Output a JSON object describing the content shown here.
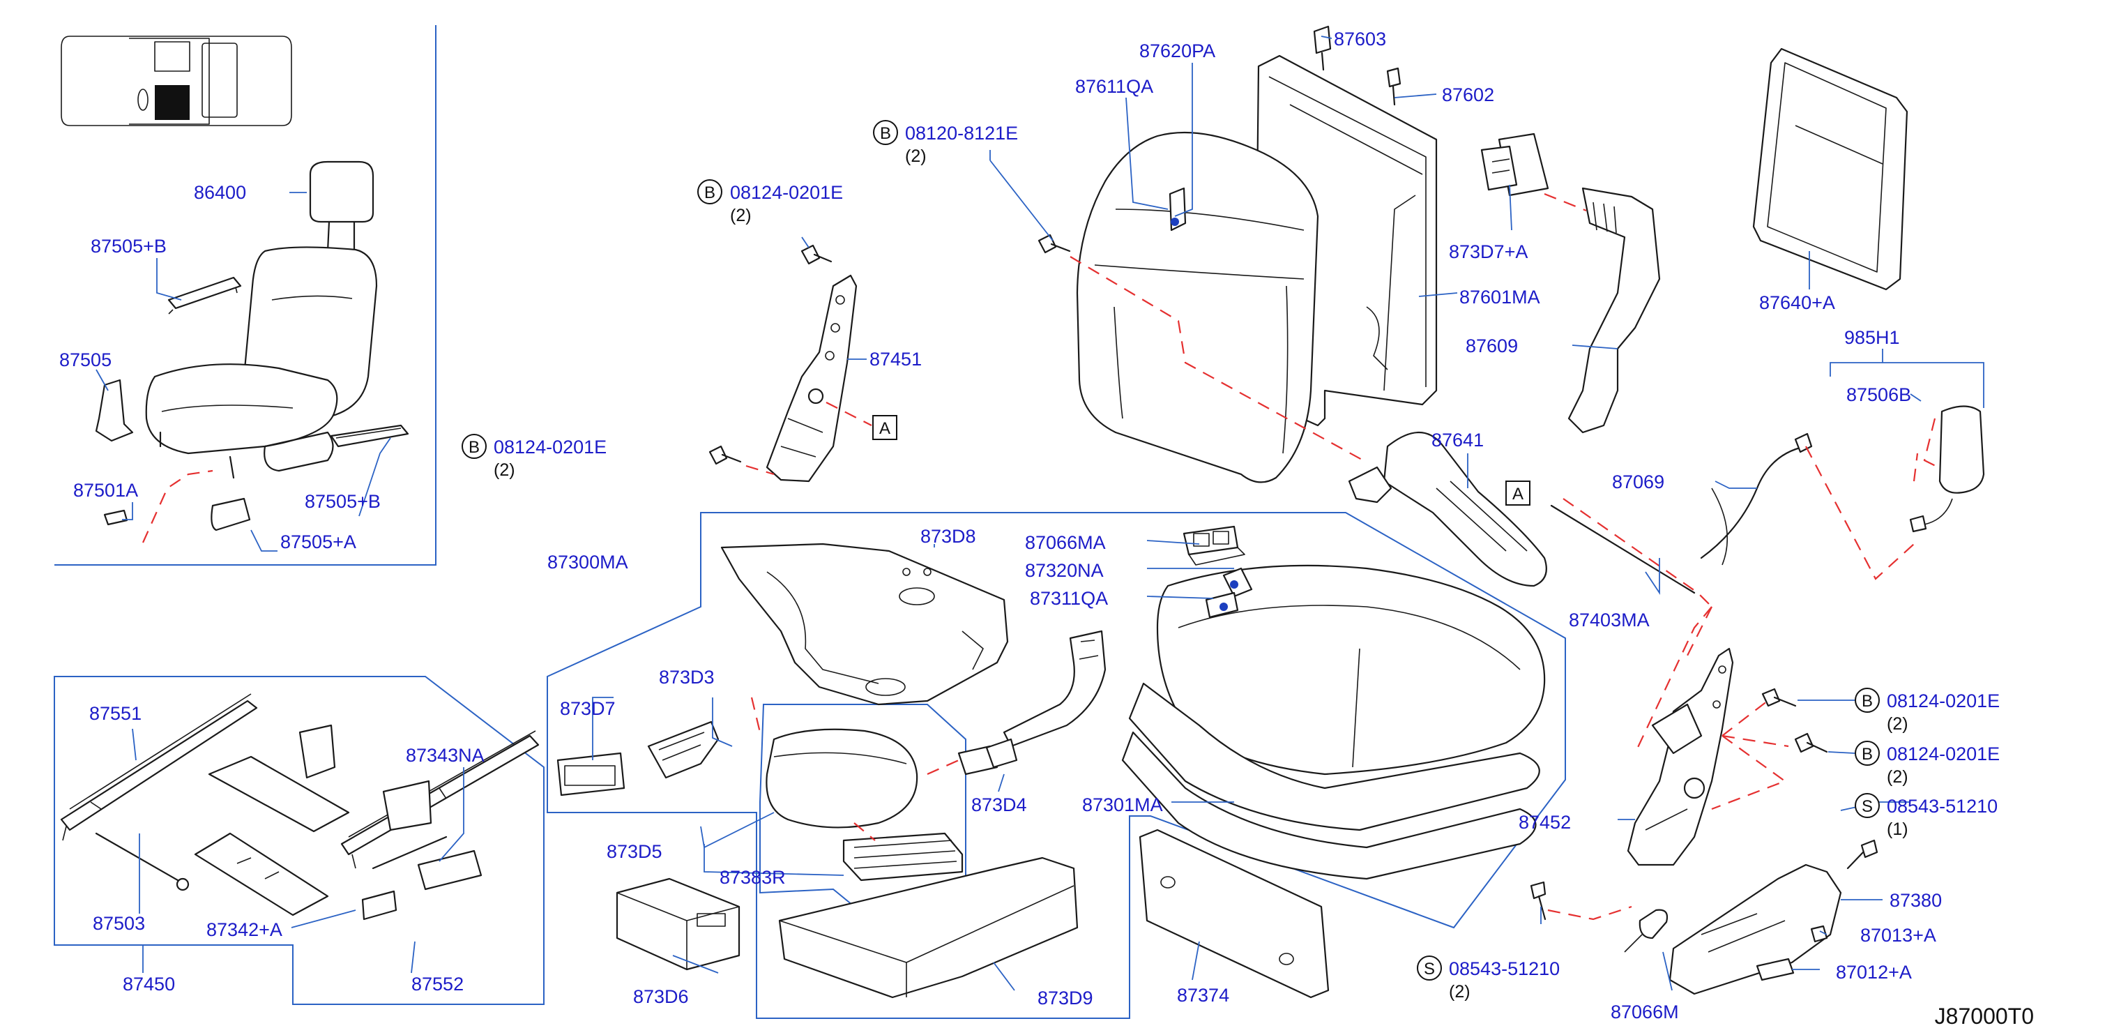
{
  "diagram_code": "J87000T0",
  "ref_marker": "A",
  "bolt_marker": "B",
  "screw_marker": "S",
  "parts": {
    "p86400": "86400",
    "p87505B_top": "87505+B",
    "p87505": "87505",
    "p87501A": "87501A",
    "p87505B_bot": "87505+B",
    "p87505A": "87505+A",
    "p87551": "87551",
    "p87343NA": "87343NA",
    "p87503": "87503",
    "p87342A": "87342+A",
    "p87450": "87450",
    "p87552": "87552",
    "p87451": "87451",
    "p87300MA": "87300MA",
    "p873D8": "873D8",
    "p873D3": "873D3",
    "p873D7": "873D7",
    "p873D4": "873D4",
    "p873D5": "873D5",
    "p87383R": "87383R",
    "p873D6": "873D6",
    "p873D9": "873D9",
    "p87620PA": "87620PA",
    "p87611QA": "87611QA",
    "p87603": "87603",
    "p87602": "87602",
    "p873D7A": "873D7+A",
    "p87601MA": "87601MA",
    "p87609": "87609",
    "p87640A": "87640+A",
    "p985H1": "985H1",
    "p87506B": "87506B",
    "p87069": "87069",
    "p87641": "87641",
    "p87403MA": "87403MA",
    "p87066MA": "87066MA",
    "p87320NA": "87320NA",
    "p87311QA": "87311QA",
    "p87301MA": "87301MA",
    "p87374": "87374",
    "p87452": "87452",
    "p87380": "87380",
    "p87013A": "87013+A",
    "p87012A": "87012+A",
    "p87066M": "87066M"
  },
  "fasteners": {
    "f1": {
      "code": "08120-8121E",
      "qty": "(2)"
    },
    "f2": {
      "code": "08124-0201E",
      "qty": "(2)"
    },
    "f3": {
      "code": "08124-0201E",
      "qty": "(2)"
    },
    "f4": {
      "code": "08124-0201E",
      "qty": "(2)"
    },
    "f5": {
      "code": "08124-0201E",
      "qty": "(2)"
    },
    "f6": {
      "code": "08543-51210",
      "qty": "(1)"
    },
    "f7": {
      "code": "08543-51210",
      "qty": "(2)"
    }
  }
}
